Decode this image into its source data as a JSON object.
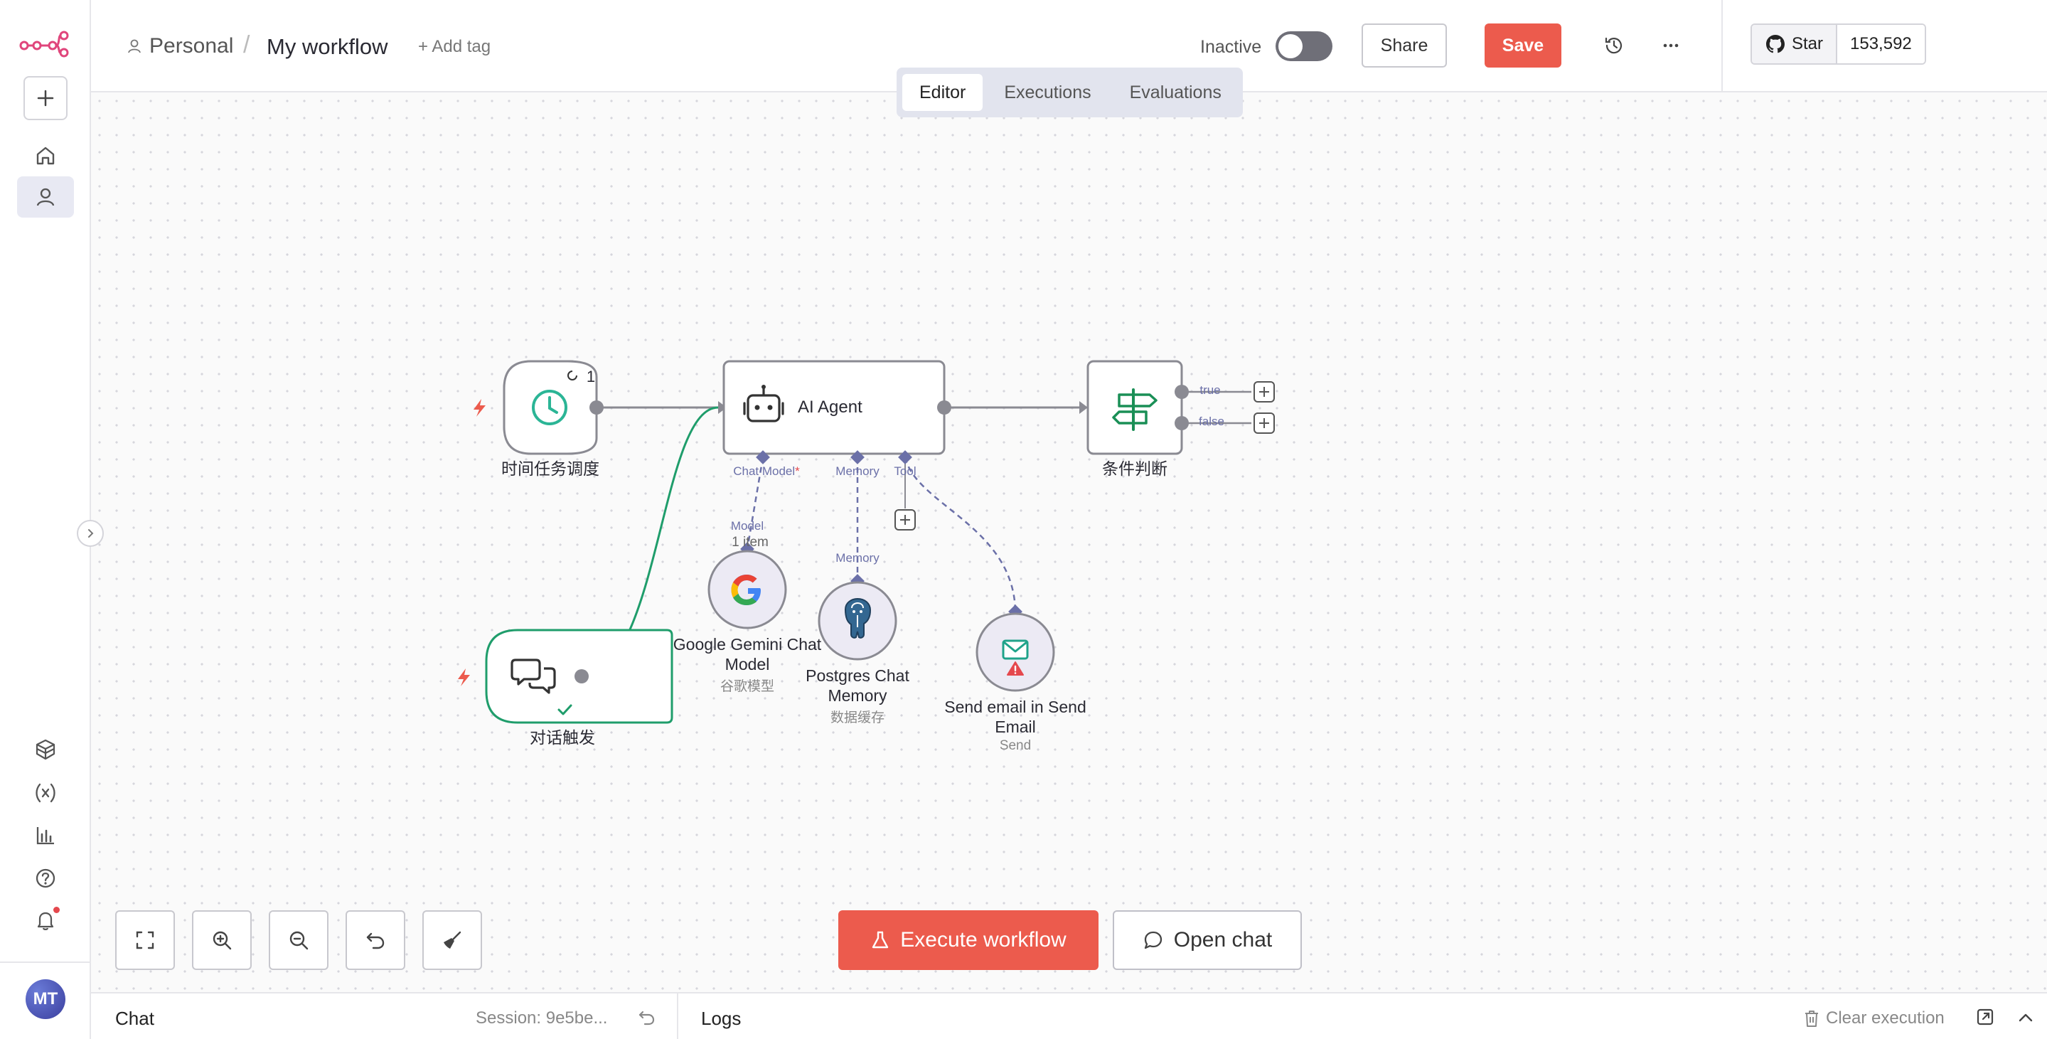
{
  "header": {
    "project": "Personal",
    "separator": "/",
    "workflow_name": "My workflow",
    "add_tag": "+ Add tag",
    "status_label": "Inactive",
    "share_label": "Share",
    "save_label": "Save",
    "github_star_label": "Star",
    "github_star_count": "153,592"
  },
  "tabs": [
    {
      "label": "Editor",
      "active": true
    },
    {
      "label": "Executions",
      "active": false
    },
    {
      "label": "Evaluations",
      "active": false
    }
  ],
  "nodes": {
    "schedule": {
      "label": "时间任务调度",
      "badge": "1"
    },
    "agent": {
      "label": "AI Agent"
    },
    "condition": {
      "label": "条件判断",
      "out_true": "true",
      "out_false": "false"
    },
    "chat_trigger": {
      "label": "对话触发"
    },
    "gemini": {
      "label_line1": "Google Gemini Chat",
      "label_line2": "Model",
      "sub": "谷歌模型"
    },
    "postgres": {
      "label_line1": "Postgres Chat",
      "label_line2": "Memory",
      "sub": "数据缓存"
    },
    "email": {
      "label_line1": "Send email in Send",
      "label_line2": "Email",
      "sub": "Send"
    }
  },
  "ports": {
    "chat_model": "Chat Model",
    "required_mark": "*",
    "memory": "Memory",
    "tool": "Tool",
    "model": "Model",
    "memory_in": "Memory"
  },
  "connection_label": "1 item",
  "actions": {
    "execute": "Execute workflow",
    "open_chat": "Open chat"
  },
  "bottom_panel": {
    "chat": "Chat",
    "session": "Session: 9e5be...",
    "logs": "Logs",
    "clear": "Clear execution"
  },
  "user": {
    "initials": "MT"
  },
  "colors": {
    "accent": "#ec5b4d",
    "node_border": "#8a8a92",
    "link": "#6b70a8",
    "trigger_border": "#1f9d6b",
    "success": "#1f9d6b"
  }
}
